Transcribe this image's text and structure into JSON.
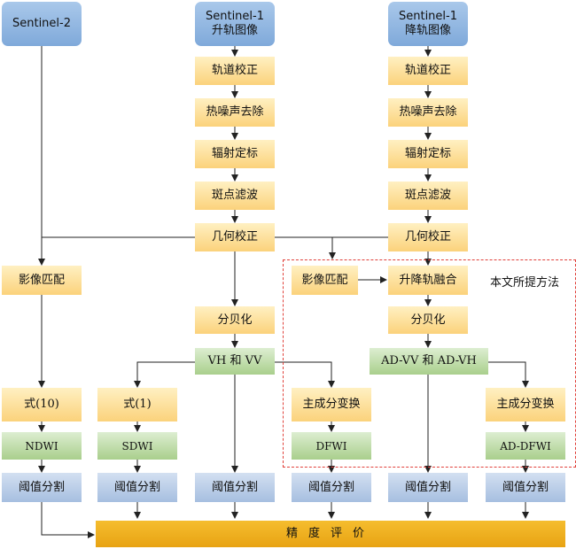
{
  "sources": {
    "s2": "Sentinel-2",
    "s1_asc_line1": "Sentinel-1",
    "s1_asc_line2": "升轨图像",
    "s1_desc_line1": "Sentinel-1",
    "s1_desc_line2": "降轨图像"
  },
  "preprocess": {
    "orbit": "轨道校正",
    "thermal": "热噪声去除",
    "radiometric": "辐射定标",
    "speckle": "斑点滤波",
    "geometric": "几何校正"
  },
  "nodes": {
    "image_match_left": "影像匹配",
    "image_match_right": "影像匹配",
    "db_left": "分贝化",
    "db_right": "分贝化",
    "vh_vv": "VH 和 VV",
    "fusion": "升降轨融合",
    "ad_vv_vh": "AD-VV 和 AD-VH",
    "formula10": "式(10)",
    "formula1": "式(1)",
    "pc_transform_1": "主成分变换",
    "pc_transform_2": "主成分变换",
    "ndwi": "NDWI",
    "sdwi": "SDWI",
    "dfwi": "DFWI",
    "ad_dfwi": "AD-DFWI",
    "threshold": "阈值分割",
    "accuracy": "精度评价"
  },
  "proposed_method_label": "本文所提方法",
  "colors": {
    "source_blue": "#8fb4e0",
    "process_yellow": "#fcd98a",
    "index_green": "#b9d9a3",
    "threshold_blue": "#b7cce8",
    "accuracy_gold": "#efb021",
    "dashed_red": "#e0403a"
  }
}
